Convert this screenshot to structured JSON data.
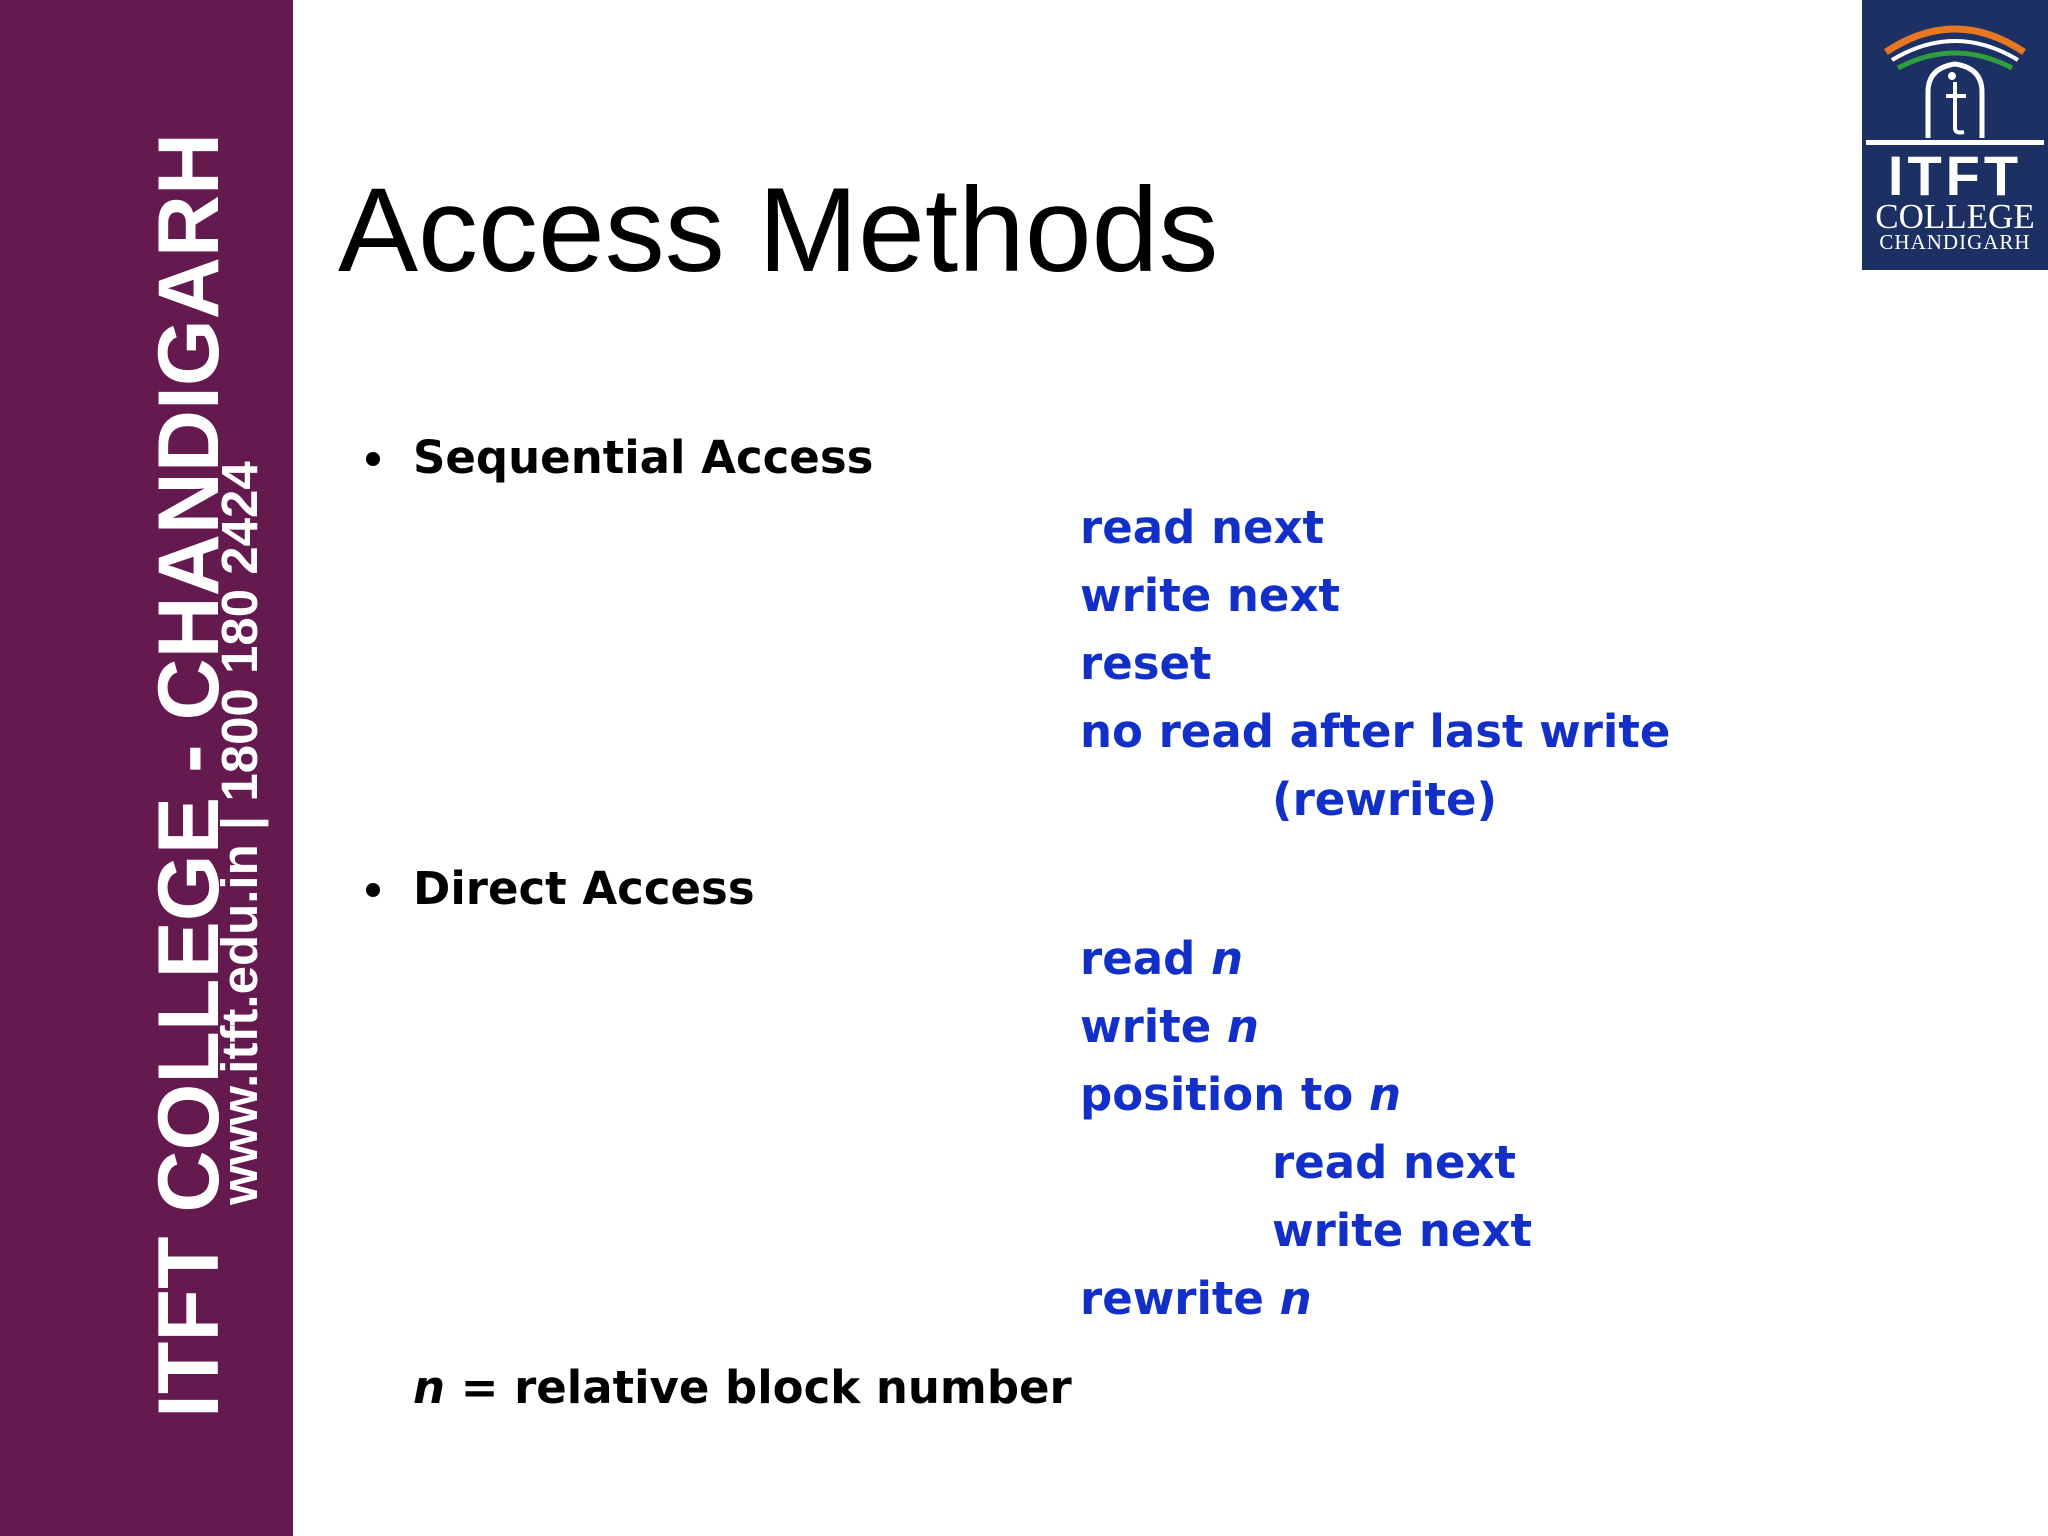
{
  "sidebar": {
    "line1": "ITFT COLLEGE - CHANDIGARH",
    "line2": "www.itft.edu.in  | 1800 180 2424"
  },
  "logo": {
    "name": "ITFT",
    "line2": "COLLEGE",
    "line3": "CHANDIGARH"
  },
  "slide": {
    "title": "Access Methods",
    "sections": [
      {
        "heading": "Sequential Access",
        "ops": [
          "read next",
          "write next",
          "reset",
          "no read after last write",
          "(rewrite)"
        ]
      },
      {
        "heading": "Direct Access",
        "ops": [
          "read ",
          "n",
          "write ",
          "n",
          "position to ",
          "n",
          "read next",
          "write next",
          "rewrite ",
          "n"
        ]
      }
    ],
    "footnote": {
      "var": "n",
      "text": " = relative block number"
    }
  },
  "colors": {
    "sidebar": "#64194f",
    "logo_bg": "#1c3064",
    "ops_text": "#1230c8"
  }
}
